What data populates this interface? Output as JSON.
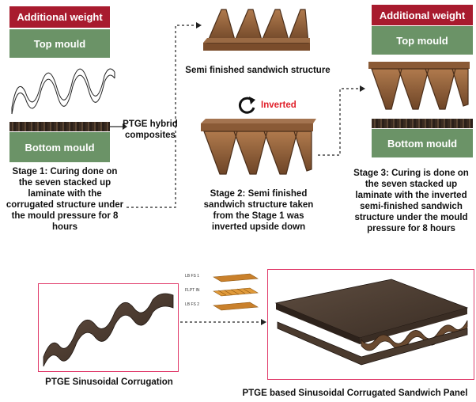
{
  "stage1": {
    "additional_weight": "Additional weight",
    "top_mould": "Top mould",
    "bottom_mould": "Bottom mould",
    "caption": [
      "Stage 1: Curing done on",
      "the seven stacked up",
      "laminate with the",
      "corrugated structure under",
      "the mould pressure for 8",
      "hours"
    ]
  },
  "hybrid_label": [
    "PTGE hybrid",
    "composites"
  ],
  "stage2": {
    "top_caption": "Semi finished sandwich structure",
    "inverted_label": "Inverted",
    "caption": [
      "Stage 2: Semi finished",
      "sandwich structure taken",
      "from the Stage 1 was",
      "inverted upside down"
    ]
  },
  "stage3": {
    "additional_weight": "Additional weight",
    "top_mould": "Top mould",
    "bottom_mould": "Bottom mould",
    "caption": [
      "Stage 3: Curing is done on",
      "the seven stacked up",
      "laminate with the inverted",
      "semi-finished sandwich",
      "structure under the mould",
      "pressure for 8 hours"
    ]
  },
  "bottom": {
    "corrugation_caption": "PTGE Sinusoidal Corrugation",
    "panel_caption": "PTGE based Sinusoidal Corrugated Sandwich Panel",
    "layer_labels": [
      "LB FS 1",
      "FLPT IN",
      "LB FS 2"
    ]
  },
  "colors": {
    "weight_box": "#a81b2e",
    "mould_box": "#6b9367",
    "inverted_text": "#e0202a",
    "frame_border": "#e03a6a"
  }
}
